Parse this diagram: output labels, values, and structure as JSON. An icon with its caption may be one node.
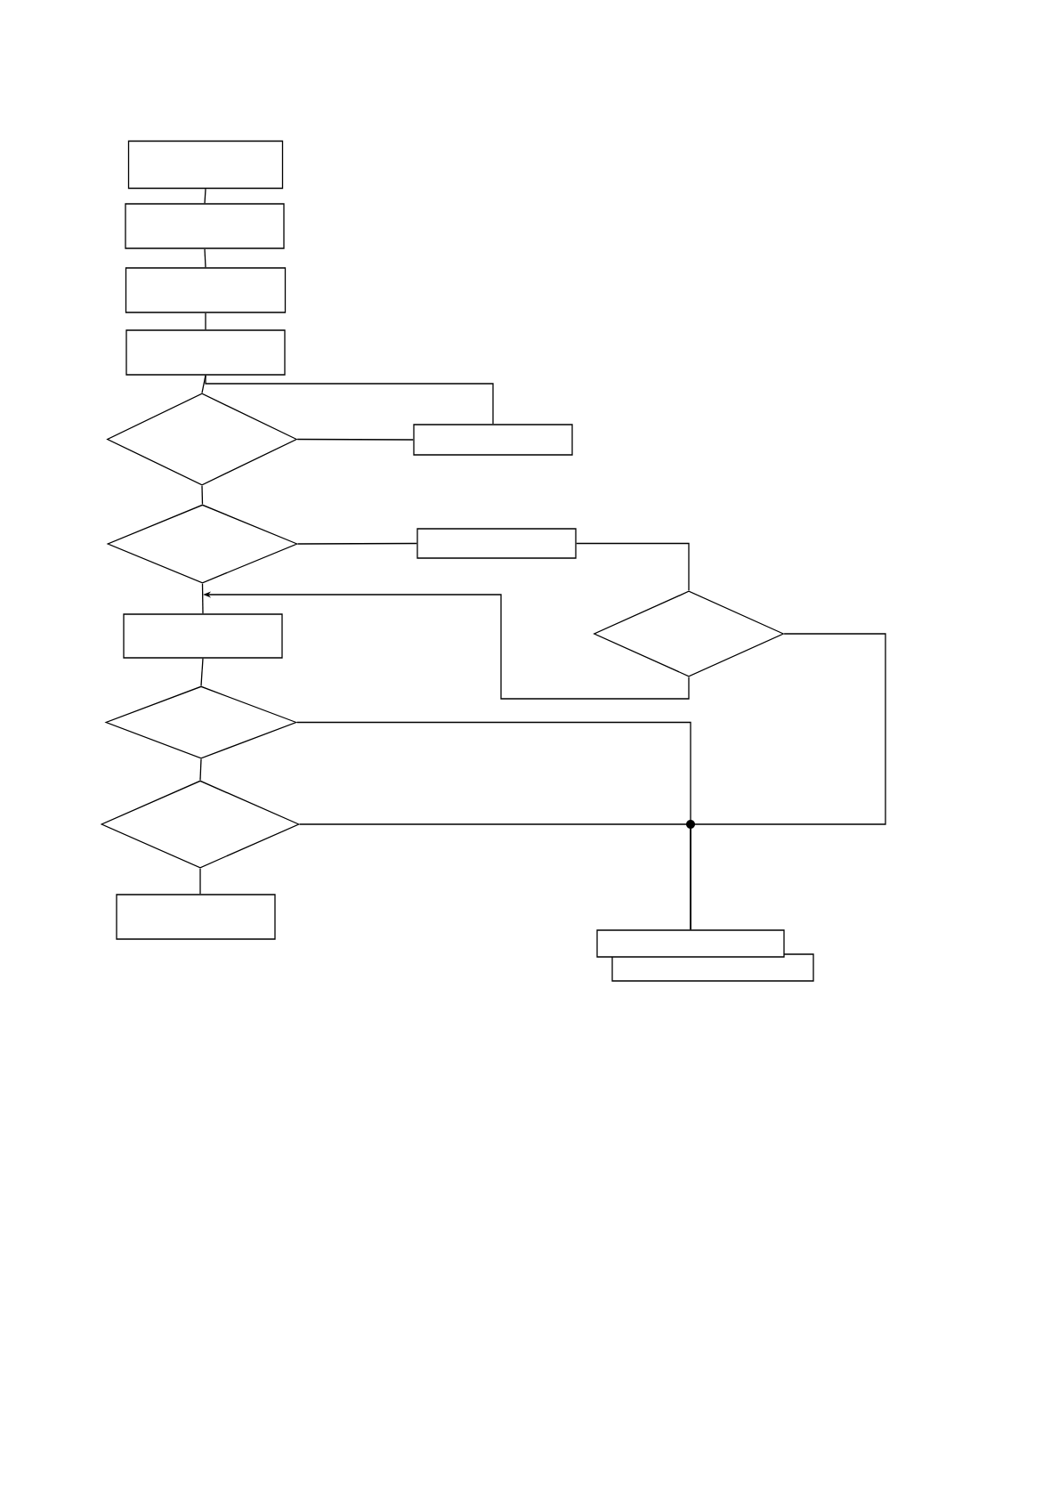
{
  "diagram": {
    "nodes": [
      {
        "text": [],
        "shape": "box"
      },
      {
        "text": [],
        "shape": "box"
      },
      {
        "text": [],
        "shape": "box"
      },
      {
        "text": [],
        "shape": "box"
      },
      {
        "text": [],
        "shape": "diamond"
      },
      {
        "text": [],
        "shape": "box"
      },
      {
        "text": [],
        "shape": "diamond"
      },
      {
        "text": [],
        "shape": "box"
      },
      {
        "text": [],
        "shape": "box"
      },
      {
        "text": [],
        "shape": "diamond"
      },
      {
        "text": [],
        "shape": "diamond"
      },
      {
        "text": [],
        "shape": "diamond"
      },
      {
        "text": [],
        "shape": "box"
      },
      {
        "text": [],
        "shape": "box"
      },
      {
        "text": [],
        "shape": "box"
      }
    ],
    "edges": [
      {
        "from": 0,
        "to": 1,
        "arrow": "none"
      },
      {
        "from": 1,
        "to": 2,
        "arrow": "none"
      },
      {
        "from": 2,
        "to": 3,
        "arrow": "none"
      },
      {
        "from": 3,
        "to": 4,
        "arrow": "none"
      },
      {
        "from": 3,
        "to": 5,
        "arrow": "none"
      },
      {
        "from": 4,
        "to": 5,
        "arrow": "none"
      },
      {
        "from": 4,
        "to": 6,
        "arrow": "none"
      },
      {
        "from": 6,
        "to": 7,
        "arrow": "none"
      },
      {
        "from": 7,
        "to": 9,
        "arrow": "none"
      },
      {
        "from": 6,
        "to": 8,
        "arrow": "none"
      },
      {
        "from": 9,
        "to": 8,
        "arrow": "to"
      },
      {
        "from": 8,
        "to": 10,
        "arrow": "none"
      },
      {
        "from": 10,
        "to": 11,
        "arrow": "none"
      },
      {
        "from": 11,
        "to": 12,
        "arrow": "none"
      },
      {
        "from": 9,
        "to": 13,
        "arrow": "none"
      },
      {
        "from": 10,
        "to": 13,
        "arrow": "none"
      },
      {
        "from": 11,
        "to": 13,
        "arrow": "none"
      }
    ]
  }
}
